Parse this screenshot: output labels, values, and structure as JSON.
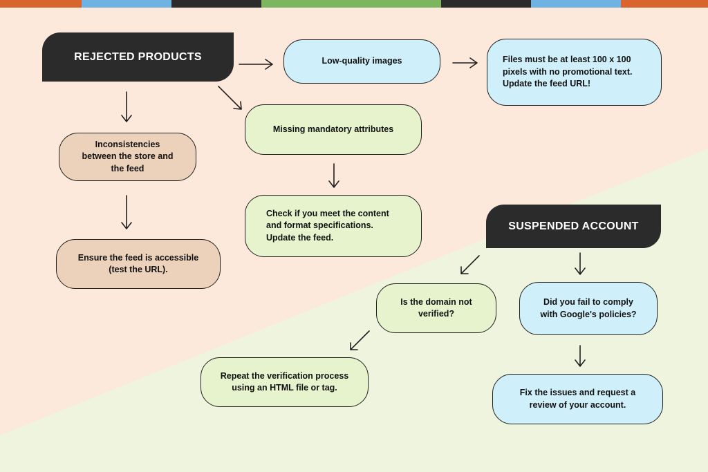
{
  "colors": {
    "background_top": "#fde8dc",
    "background_bottom": "#eef4dd",
    "header": "#2b2b2b",
    "blue_node": "#cfeffb",
    "green_node": "#e6f3cd",
    "tan_node": "#ecd1bb",
    "bar_orange": "#d9642e",
    "bar_blue": "#6fb3e2",
    "bar_dark": "#2b2b2b",
    "bar_green": "#7eb660"
  },
  "headers": {
    "rejected": "REJECTED PRODUCTS",
    "suspended": "SUSPENDED ACCOUNT"
  },
  "nodes": {
    "low_quality": "Low-quality images",
    "files_rule": "Files must be at least 100 x 100\npixels with no promotional text.\nUpdate the feed URL!",
    "missing_attrs": "Missing mandatory attributes",
    "inconsistencies": "Inconsistencies\nbetween the store and\nthe feed",
    "check_specs": "Check if you meet the content\nand format specifications.\nUpdate the feed.",
    "ensure_feed": "Ensure the feed is accessible\n(test the URL).",
    "domain_not_verified": "Is the domain not\nverified?",
    "google_policies": "Did you fail to comply\nwith Google's policies?",
    "repeat_verification": "Repeat the verification process\nusing an HTML file or tag.",
    "fix_issues": "Fix the issues and request a\nreview of your account."
  },
  "icons": {
    "arrow": "arrow-icon"
  }
}
